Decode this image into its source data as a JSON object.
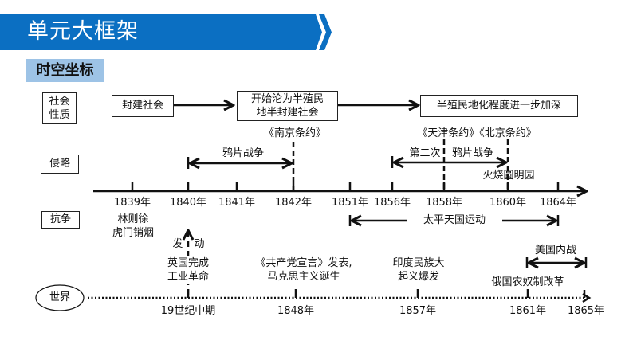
{
  "header": {
    "title": "单元大框架",
    "subtitle": "时空坐标",
    "brand_color": "#0B6FC2",
    "subtitle_bg": "#9DC3E6"
  },
  "rows": {
    "society": "社会\n性质",
    "society_l1": "社会",
    "society_l2": "性质",
    "invasion": "侵略",
    "resistance": "抗争",
    "world": "世界"
  },
  "society_stages": [
    {
      "label": "封建社会"
    },
    {
      "label_l1": "开始沦为半殖民",
      "label_l2": "地半封建社会"
    },
    {
      "label": "半殖民地化程度进一步加深"
    }
  ],
  "china_timeline": {
    "ticks": [
      "1839年",
      "1840年",
      "1841年",
      "1842年",
      "1851年",
      "1856年",
      "1858年",
      "1860年",
      "1864年"
    ]
  },
  "invasion_events": {
    "nanjing_treaty": "《南京条约》",
    "opium_war": "鸦片战争",
    "tianjin_beijing_treaty": "《天津条约》《北京条约》",
    "second_war_part1": "第二次",
    "second_war_part2": "鸦片战争",
    "burn_palace": "火烧圆明园"
  },
  "resistance_events": {
    "lin_l1": "林则徐",
    "lin_l2": "虎门销烟",
    "taiping": "太平天国运动"
  },
  "world_events": {
    "launch_l": "发",
    "launch_r": "动",
    "industrial_l1": "英国完成",
    "industrial_l2": "工业革命",
    "manifesto_l1": "《共产党宣言》发表,",
    "manifesto_l2": "马克思主义诞生",
    "india_l1": "印度民族大",
    "india_l2": "起义爆发",
    "us_civil_war": "美国内战",
    "russia_reform": "俄国农奴制改革"
  },
  "world_timeline": {
    "ticks": [
      "19世纪中期",
      "1848年",
      "1857年",
      "1861年",
      "1865年"
    ]
  }
}
